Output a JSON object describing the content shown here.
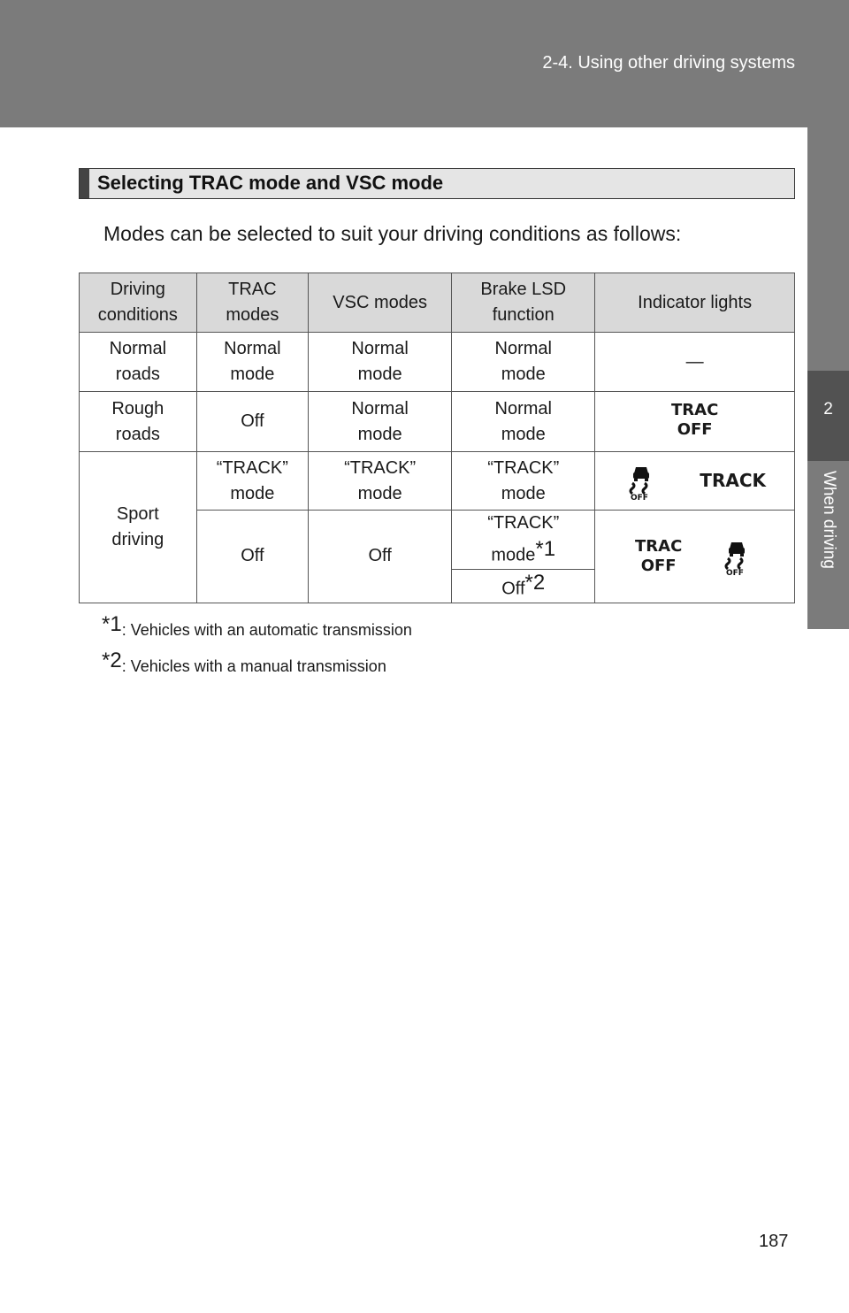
{
  "header": {
    "section": "2-4. Using other driving systems"
  },
  "side_tab": {
    "number": "2",
    "label": "When driving"
  },
  "section": {
    "title": "Selecting TRAC mode and VSC mode"
  },
  "intro": "Modes can be selected to suit your driving conditions as follows:",
  "table": {
    "headers": [
      "Driving conditions",
      "TRAC modes",
      "VSC modes",
      "Brake LSD function",
      "Indicator lights"
    ],
    "rows": [
      {
        "condition": "Normal roads",
        "trac": "Normal mode",
        "vsc": "Normal mode",
        "lsd": "Normal mode",
        "indicator": "—"
      },
      {
        "condition": "Rough roads",
        "trac": "Off",
        "vsc": "Normal mode",
        "lsd": "Normal mode",
        "indicator_line1": "TRAC",
        "indicator_line2": "OFF"
      },
      {
        "condition": "Sport driving",
        "trac": "“TRACK” mode",
        "vsc": "“TRACK” mode",
        "lsd": "“TRACK” mode",
        "indicator_text": "TRACK",
        "icon_label": "OFF"
      },
      {
        "trac": "Off",
        "vsc": "Off",
        "lsd": "“TRACK” mode",
        "lsd_mark": "*1",
        "lsd_alt": "Off",
        "lsd_alt_mark": "*2",
        "indicator_line1": "TRAC",
        "indicator_line2": "OFF",
        "icon_label": "OFF"
      }
    ]
  },
  "footnotes": [
    {
      "mark": "*1",
      "text": ": Vehicles with an automatic transmission"
    },
    {
      "mark": "*2",
      "text": ": Vehicles with a manual transmission"
    }
  ],
  "page_number": "187"
}
